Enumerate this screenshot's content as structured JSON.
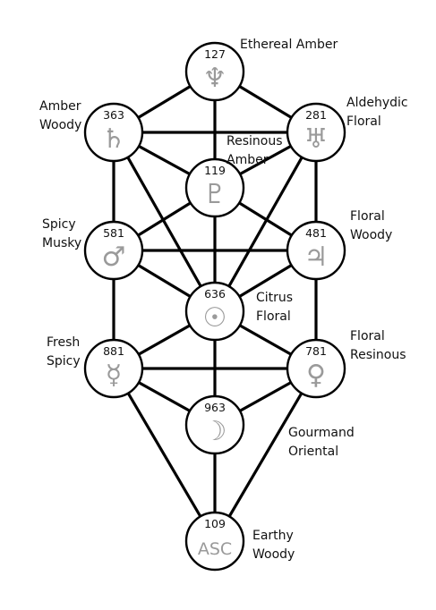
{
  "colors": {
    "line": "#000000",
    "node_fill": "#ffffff",
    "node_stroke": "#000000",
    "symbol": "#9a9a9a",
    "text": "#111111"
  },
  "nodes": [
    {
      "id": "top",
      "number": "127",
      "symbol": "♆",
      "symbol_name": "neptune-icon",
      "label_lines": [
        "Ethereal Amber"
      ]
    },
    {
      "id": "upper-left",
      "number": "363",
      "symbol": "♄",
      "symbol_name": "saturn-icon",
      "label_lines": [
        "Amber",
        "Woody"
      ]
    },
    {
      "id": "upper-right",
      "number": "281",
      "symbol": "♅",
      "symbol_name": "uranus-icon",
      "label_lines": [
        "Aldehydic",
        "Floral"
      ]
    },
    {
      "id": "upper-center",
      "number": "119",
      "symbol": "♇",
      "symbol_name": "pluto-icon",
      "label_lines": [
        "Resinous",
        "Amber"
      ]
    },
    {
      "id": "mid-left",
      "number": "581",
      "symbol": "♂",
      "symbol_name": "mars-icon",
      "label_lines": [
        "Spicy",
        "Musky"
      ]
    },
    {
      "id": "mid-right",
      "number": "481",
      "symbol": "♃",
      "symbol_name": "jupiter-icon",
      "label_lines": [
        "Floral",
        "Woody"
      ]
    },
    {
      "id": "center",
      "number": "636",
      "symbol": "☉",
      "symbol_name": "sun-icon",
      "label_lines": [
        "Citrus",
        "Floral"
      ]
    },
    {
      "id": "lower-left",
      "number": "881",
      "symbol": "☿",
      "symbol_name": "mercury-icon",
      "label_lines": [
        "Fresh",
        "Spicy"
      ]
    },
    {
      "id": "lower-right",
      "number": "781",
      "symbol": "♀",
      "symbol_name": "venus-icon",
      "label_lines": [
        "Floral",
        "Resinous"
      ]
    },
    {
      "id": "lower-center",
      "number": "963",
      "symbol": "☽",
      "symbol_name": "moon-icon",
      "label_lines": [
        "Gourmand",
        "Oriental"
      ]
    },
    {
      "id": "bottom",
      "number": "109",
      "symbol": "ASC",
      "symbol_name": "ascendant-icon",
      "label_lines": [
        "Earthy",
        "Woody"
      ]
    }
  ],
  "edges": [
    [
      "top",
      "upper-left"
    ],
    [
      "top",
      "upper-right"
    ],
    [
      "top",
      "center"
    ],
    [
      "upper-left",
      "upper-right"
    ],
    [
      "upper-left",
      "mid-left"
    ],
    [
      "upper-left",
      "upper-center"
    ],
    [
      "upper-left",
      "center"
    ],
    [
      "upper-right",
      "mid-right"
    ],
    [
      "upper-right",
      "upper-center"
    ],
    [
      "upper-right",
      "center"
    ],
    [
      "upper-center",
      "mid-left"
    ],
    [
      "upper-center",
      "mid-right"
    ],
    [
      "mid-left",
      "mid-right"
    ],
    [
      "mid-left",
      "center"
    ],
    [
      "mid-left",
      "lower-left"
    ],
    [
      "mid-right",
      "center"
    ],
    [
      "mid-right",
      "lower-right"
    ],
    [
      "center",
      "lower-left"
    ],
    [
      "center",
      "lower-right"
    ],
    [
      "center",
      "lower-center"
    ],
    [
      "lower-left",
      "lower-right"
    ],
    [
      "lower-left",
      "lower-center"
    ],
    [
      "lower-left",
      "bottom"
    ],
    [
      "lower-right",
      "lower-center"
    ],
    [
      "lower-right",
      "bottom"
    ],
    [
      "lower-center",
      "bottom"
    ]
  ]
}
